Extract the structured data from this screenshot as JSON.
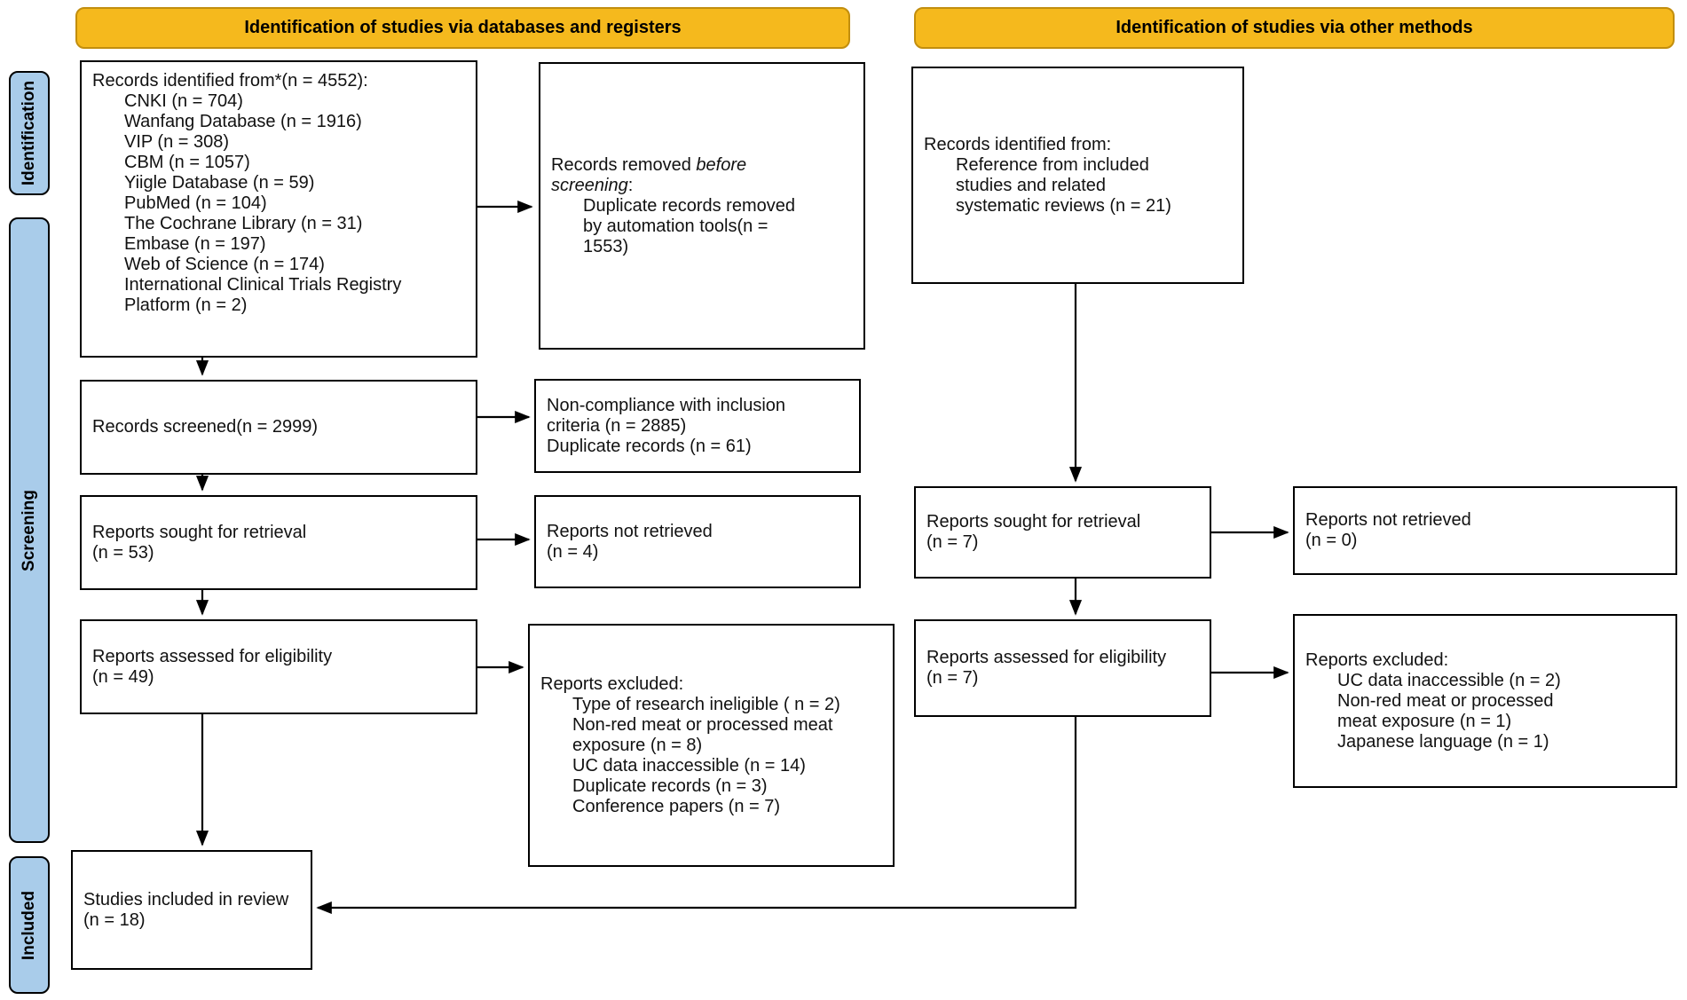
{
  "headers": {
    "databases": "Identification of studies via databases and registers",
    "other": "Identification of studies via other methods"
  },
  "sidebar": {
    "identification": "Identification",
    "screening": "Screening",
    "included": "Included"
  },
  "colors": {
    "header_fill": "#F5B91D",
    "header_border": "#C28E0E",
    "sidebar_fill": "#A9CCEA",
    "box_border": "#000000",
    "arrow": "#000000"
  },
  "boxes": {
    "records_identified": {
      "lines": [
        {
          "ind": 0,
          "seg": [
            {
              "t": "Records identified from*(n = 4552):"
            }
          ]
        },
        {
          "ind": 1,
          "seg": [
            {
              "t": "CNKI (n = 704)"
            }
          ]
        },
        {
          "ind": 1,
          "seg": [
            {
              "t": "Wanfang Database (n = 1916)"
            }
          ]
        },
        {
          "ind": 1,
          "seg": [
            {
              "t": "VIP (n = 308)"
            }
          ]
        },
        {
          "ind": 1,
          "seg": [
            {
              "t": "CBM (n = 1057)"
            }
          ]
        },
        {
          "ind": 1,
          "seg": [
            {
              "t": "Yiigle Database (n = 59)"
            }
          ]
        },
        {
          "ind": 1,
          "seg": [
            {
              "t": "PubMed (n = 104)"
            }
          ]
        },
        {
          "ind": 1,
          "seg": [
            {
              "t": "The Cochrane Library (n = 31)"
            }
          ]
        },
        {
          "ind": 1,
          "seg": [
            {
              "t": "Embase (n = 197)"
            }
          ]
        },
        {
          "ind": 1,
          "seg": [
            {
              "t": "Web of Science (n = 174)"
            }
          ]
        },
        {
          "ind": 1,
          "seg": [
            {
              "t": "International Clinical Trials Registry"
            }
          ]
        },
        {
          "ind": 1,
          "seg": [
            {
              "t": "Platform (n = 2)"
            }
          ]
        }
      ]
    },
    "records_removed": {
      "lines": [
        {
          "ind": 0,
          "seg": [
            {
              "t": "Records removed "
            },
            {
              "t": "before",
              "it": true
            }
          ]
        },
        {
          "ind": 0,
          "seg": [
            {
              "t": "screening",
              "it": true
            },
            {
              "t": ":"
            }
          ]
        },
        {
          "ind": 1,
          "seg": [
            {
              "t": "Duplicate records removed"
            }
          ]
        },
        {
          "ind": 1,
          "seg": [
            {
              "t": "by automation tools(n ="
            }
          ]
        },
        {
          "ind": 1,
          "seg": [
            {
              "t": "1553)"
            }
          ]
        }
      ]
    },
    "records_screened": {
      "lines": [
        {
          "ind": 0,
          "seg": [
            {
              "t": "Records screened(n = 2999)"
            }
          ]
        }
      ]
    },
    "noncompliance": {
      "lines": [
        {
          "ind": 0,
          "seg": [
            {
              "t": "Non-compliance with inclusion"
            }
          ]
        },
        {
          "ind": 0,
          "seg": [
            {
              "t": "criteria (n = 2885)"
            }
          ]
        },
        {
          "ind": 0,
          "seg": [
            {
              "t": "Duplicate records (n = 61)"
            }
          ]
        }
      ]
    },
    "reports_sought_db": {
      "lines": [
        {
          "ind": 0,
          "seg": [
            {
              "t": "Reports sought for retrieval"
            }
          ]
        },
        {
          "ind": 0,
          "seg": [
            {
              "t": "(n = 53)"
            }
          ]
        }
      ]
    },
    "reports_not_retrieved_db": {
      "lines": [
        {
          "ind": 0,
          "seg": [
            {
              "t": "Reports not retrieved"
            }
          ]
        },
        {
          "ind": 0,
          "seg": [
            {
              "t": "(n = 4)"
            }
          ]
        }
      ]
    },
    "reports_assessed_db": {
      "lines": [
        {
          "ind": 0,
          "seg": [
            {
              "t": "Reports assessed for eligibility"
            }
          ]
        },
        {
          "ind": 0,
          "seg": [
            {
              "t": "(n = 49)"
            }
          ]
        }
      ]
    },
    "reports_excluded_db": {
      "lines": [
        {
          "ind": 0,
          "seg": [
            {
              "t": "Reports excluded:"
            }
          ]
        },
        {
          "ind": 1,
          "seg": [
            {
              "t": "Type of research ineligible ( n = 2)"
            }
          ]
        },
        {
          "ind": 1,
          "seg": [
            {
              "t": "Non-red meat or processed meat"
            }
          ]
        },
        {
          "ind": 1,
          "seg": [
            {
              "t": "exposure (n = 8)"
            }
          ]
        },
        {
          "ind": 1,
          "seg": [
            {
              "t": "UC data inaccessible (n = 14)"
            }
          ]
        },
        {
          "ind": 1,
          "seg": [
            {
              "t": "Duplicate records (n = 3)"
            }
          ]
        },
        {
          "ind": 1,
          "seg": [
            {
              "t": "Conference papers (n = 7)"
            }
          ]
        }
      ]
    },
    "studies_included": {
      "lines": [
        {
          "ind": 0,
          "seg": [
            {
              "t": "Studies included in review"
            }
          ]
        },
        {
          "ind": 0,
          "seg": [
            {
              "t": "(n = 18)"
            }
          ]
        }
      ]
    },
    "records_identified_other": {
      "lines": [
        {
          "ind": 0,
          "seg": [
            {
              "t": "Records identified from:"
            }
          ]
        },
        {
          "ind": 1,
          "seg": [
            {
              "t": "Reference from included"
            }
          ]
        },
        {
          "ind": 1,
          "seg": [
            {
              "t": "studies and related"
            }
          ]
        },
        {
          "ind": 1,
          "seg": [
            {
              "t": "systematic reviews (n = 21)"
            }
          ]
        }
      ]
    },
    "reports_sought_other": {
      "lines": [
        {
          "ind": 0,
          "seg": [
            {
              "t": "Reports sought for retrieval"
            }
          ]
        },
        {
          "ind": 0,
          "seg": [
            {
              "t": "(n = 7)"
            }
          ]
        }
      ]
    },
    "reports_not_retrieved_other": {
      "lines": [
        {
          "ind": 0,
          "seg": [
            {
              "t": "Reports not retrieved"
            }
          ]
        },
        {
          "ind": 0,
          "seg": [
            {
              "t": "(n = 0)"
            }
          ]
        }
      ]
    },
    "reports_assessed_other": {
      "lines": [
        {
          "ind": 0,
          "seg": [
            {
              "t": "Reports assessed for eligibility"
            }
          ]
        },
        {
          "ind": 0,
          "seg": [
            {
              "t": "(n = 7)"
            }
          ]
        }
      ]
    },
    "reports_excluded_other": {
      "lines": [
        {
          "ind": 0,
          "seg": [
            {
              "t": "Reports excluded:"
            }
          ]
        },
        {
          "ind": 1,
          "seg": [
            {
              "t": "UC data inaccessible (n = 2)"
            }
          ]
        },
        {
          "ind": 1,
          "seg": [
            {
              "t": "Non-red meat or processed"
            }
          ]
        },
        {
          "ind": 1,
          "seg": [
            {
              "t": "meat exposure (n = 1)"
            }
          ]
        },
        {
          "ind": 1,
          "seg": [
            {
              "t": "Japanese language (n = 1)"
            }
          ]
        }
      ]
    }
  }
}
